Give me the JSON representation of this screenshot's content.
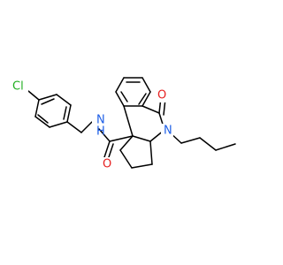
{
  "molecule": {
    "atoms": {
      "cl": {
        "label": "Cl",
        "color": "#1fae1f"
      },
      "nh": {
        "label": "N",
        "sub": "H",
        "color": "#1f5fe6"
      },
      "n_ring": {
        "label": "N",
        "color": "#1f5fe6"
      },
      "o_amide": {
        "label": "O",
        "color": "#e61f1f"
      },
      "o_ketone": {
        "label": "O",
        "color": "#e61f1f"
      }
    },
    "bond_color": "#000000"
  }
}
